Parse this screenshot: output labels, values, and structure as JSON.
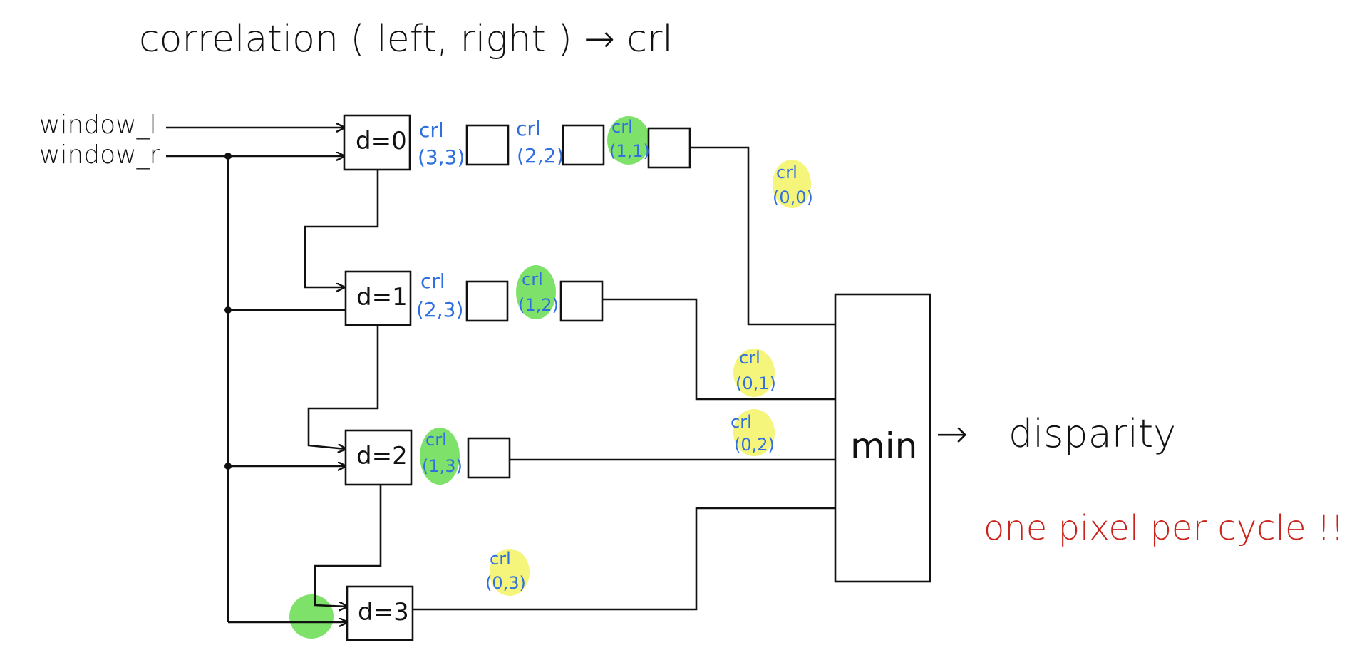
{
  "title": "correlation ( left, right ) → crl",
  "inputs": {
    "left": "window_l",
    "right": "window_r"
  },
  "blocks": {
    "d0": "d=0",
    "d1": "d=1",
    "d2": "d=2",
    "d3": "d=3",
    "min": "min"
  },
  "output": {
    "arrow": "→",
    "label": "disparity"
  },
  "note": "one pixel per cycle !!",
  "crl": {
    "word": "crl",
    "c33": "(3,3)",
    "c22": "(2,2)",
    "c11": "(1,1)",
    "c00": "(0,0)",
    "c23": "(2,3)",
    "c12": "(1,2)",
    "c01": "(0,1)",
    "c13": "(1,3)",
    "c02": "(0,2)",
    "c03": "(0,3)"
  },
  "colors": {
    "ink": "#111111",
    "crl_text": "#2f6fe0",
    "note": "#c8241b",
    "highlight_green": "#7ee26a",
    "highlight_yellow": "#f4f57a"
  }
}
